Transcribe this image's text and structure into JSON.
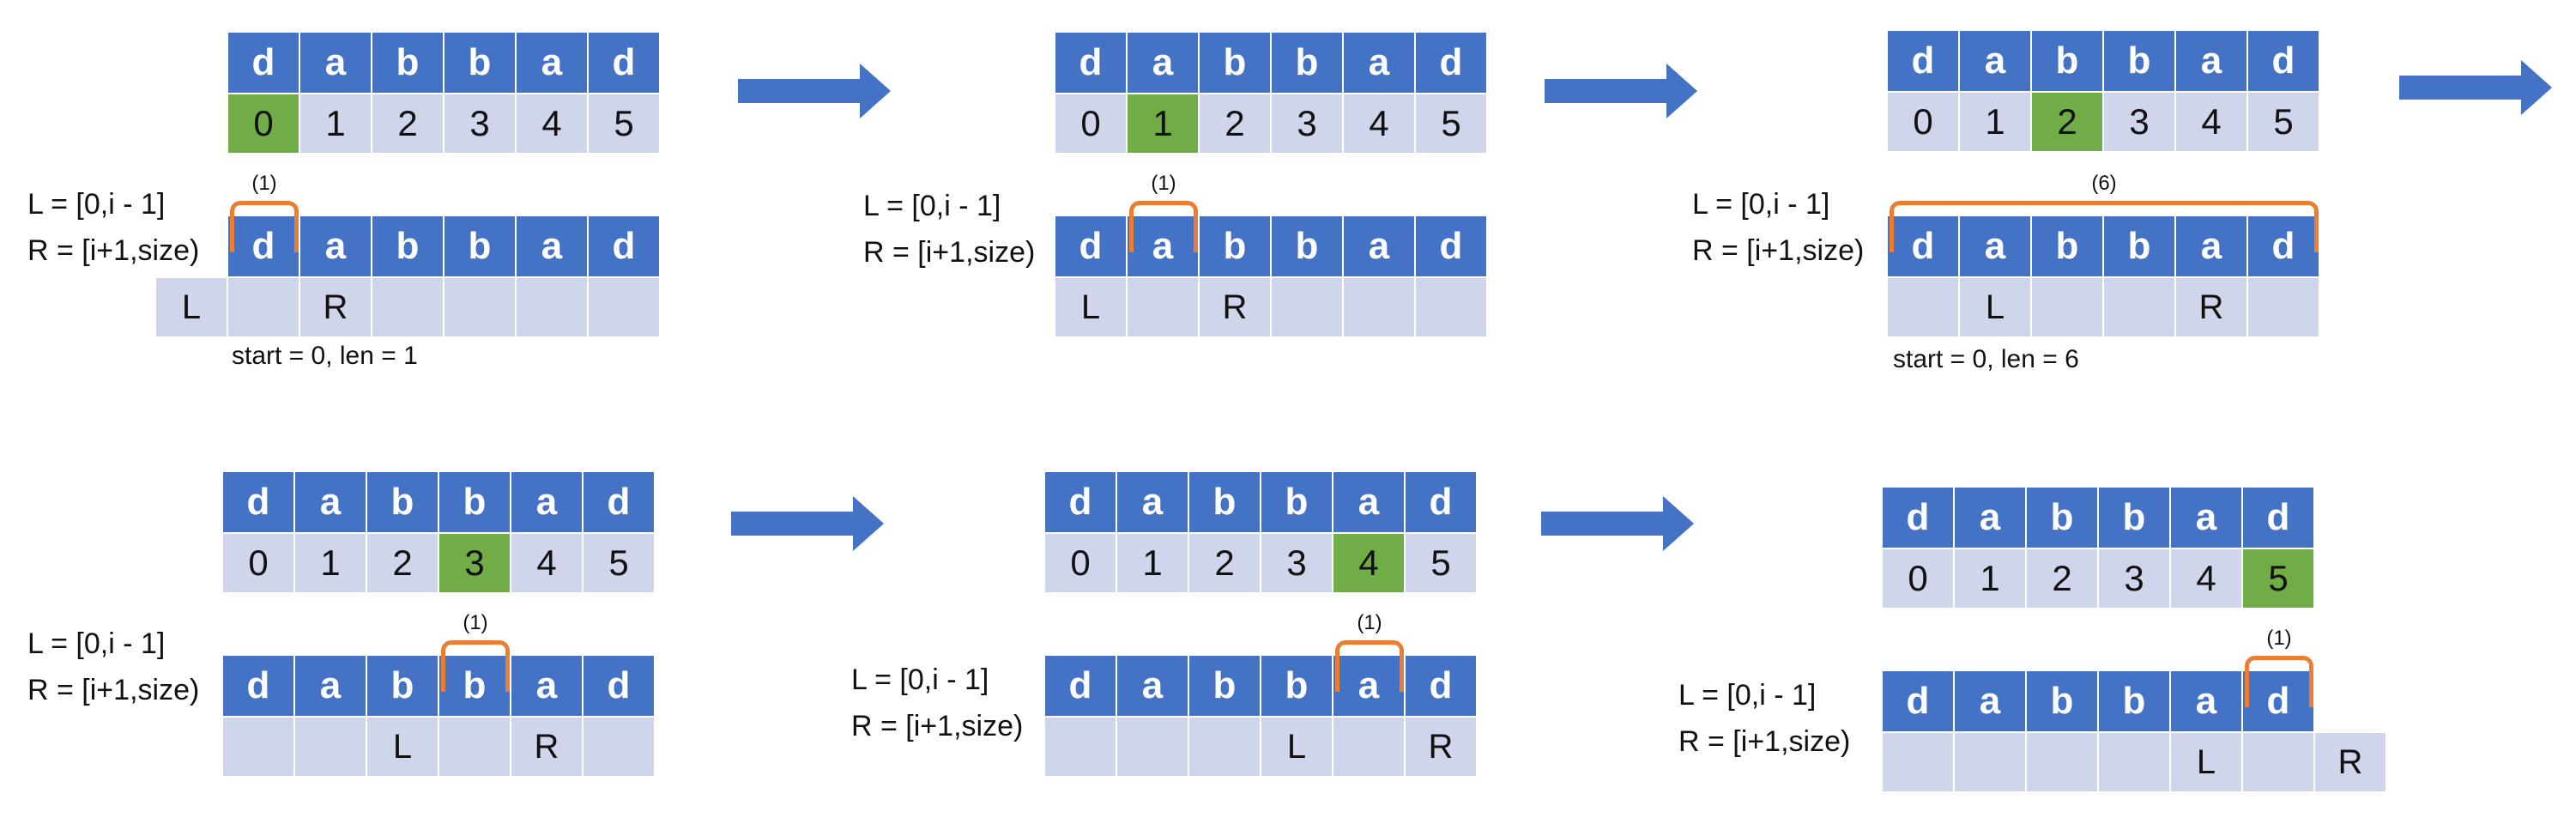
{
  "chars": [
    "d",
    "a",
    "b",
    "b",
    "a",
    "d"
  ],
  "indices": [
    "0",
    "1",
    "2",
    "3",
    "4",
    "5"
  ],
  "range_labels": {
    "left": "L = [0,i - 1]",
    "right": "R = [i+1,size)"
  },
  "marker_labels": {
    "left": "L",
    "right": "R"
  },
  "colors": {
    "char_cell": "#4472c4",
    "index_cell": "#cfd5ea",
    "highlight_cell": "#70ad47",
    "brace": "#ed7d31",
    "arrow": "#4472c4"
  },
  "steps": [
    {
      "highlight": 0,
      "l_index": -1,
      "r_index": 1,
      "brace_start": 0,
      "brace_end": 0,
      "brace_label": "(1)",
      "info": "start = 0, len = 1"
    },
    {
      "highlight": 1,
      "l_index": 0,
      "r_index": 2,
      "brace_start": 1,
      "brace_end": 1,
      "brace_label": "(1)",
      "info": ""
    },
    {
      "highlight": 2,
      "l_index": 1,
      "r_index": 4,
      "brace_start": 0,
      "brace_end": 5,
      "brace_label": "(6)",
      "info": "start = 0, len = 6"
    },
    {
      "highlight": 3,
      "l_index": 2,
      "r_index": 4,
      "brace_start": 3,
      "brace_end": 3,
      "brace_label": "(1)",
      "info": ""
    },
    {
      "highlight": 4,
      "l_index": 3,
      "r_index": 5,
      "brace_start": 4,
      "brace_end": 4,
      "brace_label": "(1)",
      "info": ""
    },
    {
      "highlight": 5,
      "l_index": 4,
      "r_index": 6,
      "brace_start": 5,
      "brace_end": 5,
      "brace_label": "(1)",
      "info": ""
    }
  ]
}
